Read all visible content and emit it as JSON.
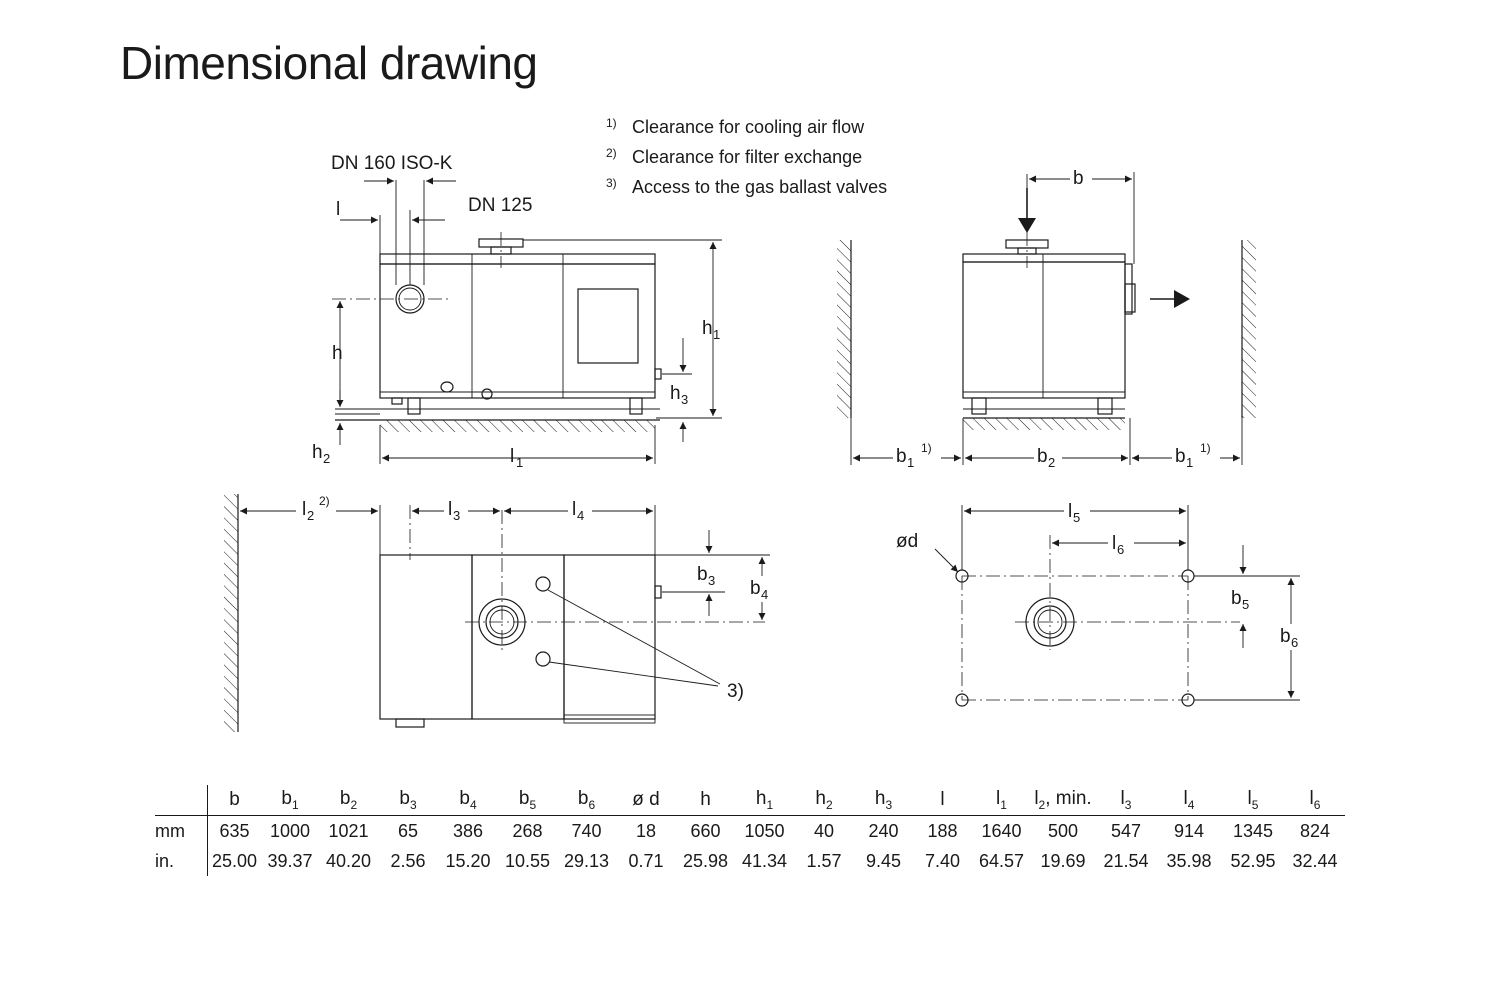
{
  "title": "Dimensional drawing",
  "notes": [
    {
      "num": "1)",
      "text": "Clearance for cooling air flow"
    },
    {
      "num": "2)",
      "text": "Clearance for filter exchange"
    },
    {
      "num": "3)",
      "text": "Access to the gas ballast valves"
    }
  ],
  "flange_labels": {
    "inlet": "DN 160 ISO-K",
    "outlet": "DN 125"
  },
  "callout_3": "3)",
  "dim_labels": {
    "l": "l",
    "l1": "l",
    "l1_sub": "1",
    "h": "h",
    "h1": "h",
    "h1_sub": "1",
    "h2": "h",
    "h2_sub": "2",
    "h3": "h",
    "h3_sub": "3",
    "b": "b",
    "b1": "b",
    "b1_sub": "1",
    "b1_sup": "1)",
    "b2": "b",
    "b2_sub": "2",
    "l2": "l",
    "l2_sub": "2",
    "l2_sup": "2)",
    "l3": "l",
    "l3_sub": "3",
    "l4": "l",
    "l4_sub": "4",
    "b3": "b",
    "b3_sub": "3",
    "b4": "b",
    "b4_sub": "4",
    "l5": "l",
    "l5_sub": "5",
    "l6": "l",
    "l6_sub": "6",
    "od": "ød",
    "b5": "b",
    "b5_sub": "5",
    "b6": "b",
    "b6_sub": "6"
  },
  "table": {
    "headers": [
      {
        "base": "b",
        "sub": ""
      },
      {
        "base": "b",
        "sub": "1"
      },
      {
        "base": "b",
        "sub": "2"
      },
      {
        "base": "b",
        "sub": "3"
      },
      {
        "base": "b",
        "sub": "4"
      },
      {
        "base": "b",
        "sub": "5"
      },
      {
        "base": "b",
        "sub": "6"
      },
      {
        "base": "ø d",
        "sub": ""
      },
      {
        "base": "h",
        "sub": ""
      },
      {
        "base": "h",
        "sub": "1"
      },
      {
        "base": "h",
        "sub": "2"
      },
      {
        "base": "h",
        "sub": "3"
      },
      {
        "base": "l",
        "sub": ""
      },
      {
        "base": "l",
        "sub": "1"
      },
      {
        "base": "l",
        "sub": "2",
        "suffix": ", min."
      },
      {
        "base": "l",
        "sub": "3"
      },
      {
        "base": "l",
        "sub": "4"
      },
      {
        "base": "l",
        "sub": "5"
      },
      {
        "base": "l",
        "sub": "6"
      }
    ],
    "rows": [
      {
        "unit": "mm",
        "values": [
          "635",
          "1000",
          "1021",
          "65",
          "386",
          "268",
          "740",
          "18",
          "660",
          "1050",
          "40",
          "240",
          "188",
          "1640",
          "500",
          "547",
          "914",
          "1345",
          "824"
        ]
      },
      {
        "unit": "in.",
        "values": [
          "25.00",
          "39.37",
          "40.20",
          "2.56",
          "15.20",
          "10.55",
          "29.13",
          "0.71",
          "25.98",
          "41.34",
          "1.57",
          "9.45",
          "7.40",
          "64.57",
          "19.69",
          "21.54",
          "35.98",
          "52.95",
          "32.44"
        ]
      }
    ]
  }
}
